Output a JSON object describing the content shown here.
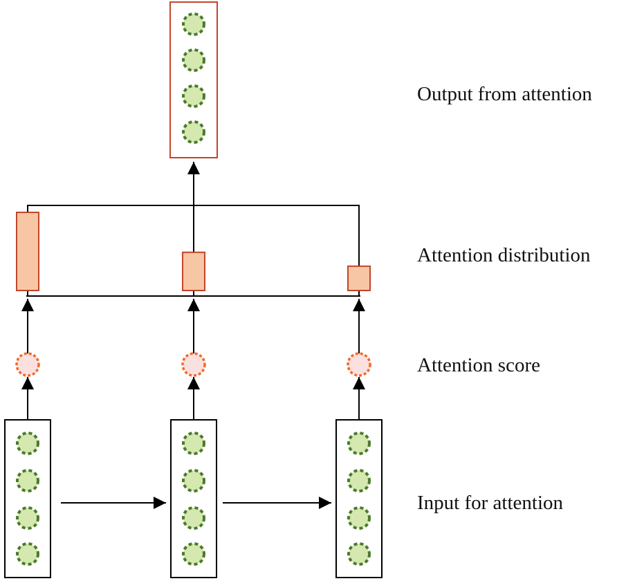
{
  "labels": {
    "output": "Output from attention",
    "distribution": "Attention distribution",
    "score": "Attention score",
    "input": "Input for attention"
  },
  "colors": {
    "neuron_fill": "#d4e8b0",
    "neuron_border": "#4a7a2a",
    "score_fill": "#fbe0e0",
    "score_border": "#f06a2a",
    "bar_fill": "#f7c6a4",
    "bar_border": "#c0452a",
    "output_box_border": "#c0452a",
    "line": "#000000"
  },
  "input_vectors": [
    {
      "neurons": 4
    },
    {
      "neurons": 4
    },
    {
      "neurons": 4
    }
  ],
  "attention_distribution": [
    {
      "weight": 0.45
    },
    {
      "weight": 0.22
    },
    {
      "weight": 0.14
    }
  ],
  "output_vector": {
    "neurons": 4
  }
}
